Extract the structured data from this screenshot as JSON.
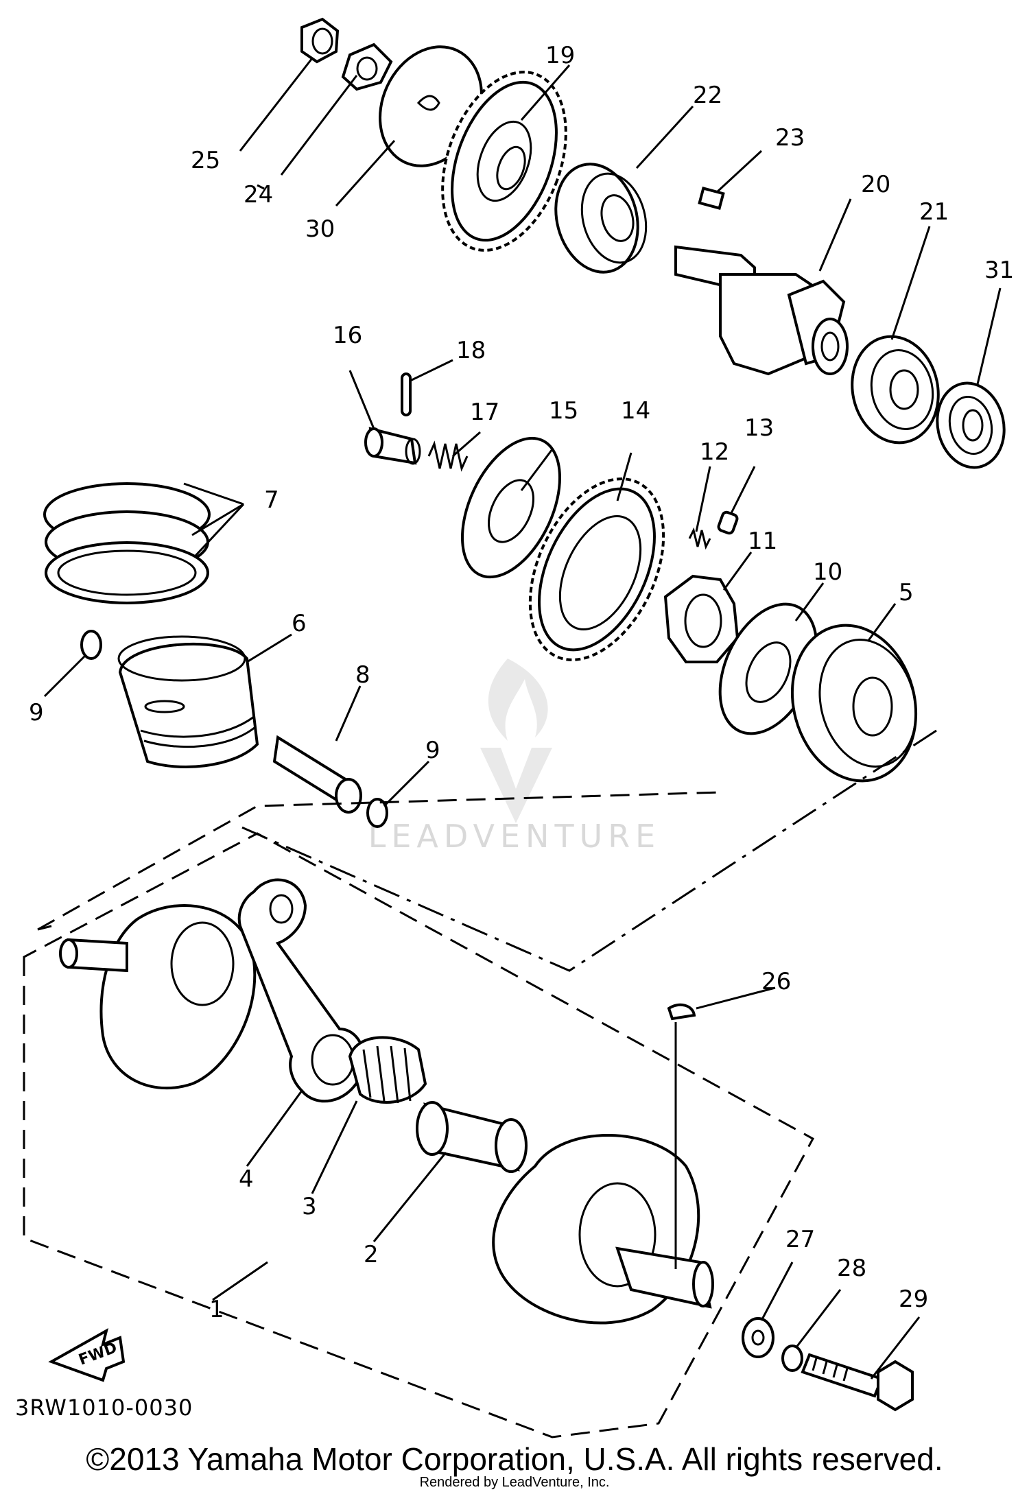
{
  "diagram": {
    "code": "3RW1010-0030",
    "fwd_label": "FWD",
    "watermark": "LEADVENTURE",
    "callouts": [
      "1",
      "2",
      "3",
      "4",
      "5",
      "6",
      "7",
      "8",
      "9",
      "9",
      "10",
      "11",
      "12",
      "13",
      "14",
      "15",
      "16",
      "17",
      "18",
      "19",
      "20",
      "21",
      "22",
      "23",
      "24",
      "25",
      "26",
      "27",
      "28",
      "29",
      "30",
      "31"
    ]
  },
  "footer": {
    "copyright": "©2013 Yamaha Motor Corporation, U.S.A. All rights reserved.",
    "rendered_by": "Rendered by LeadVenture, Inc."
  }
}
